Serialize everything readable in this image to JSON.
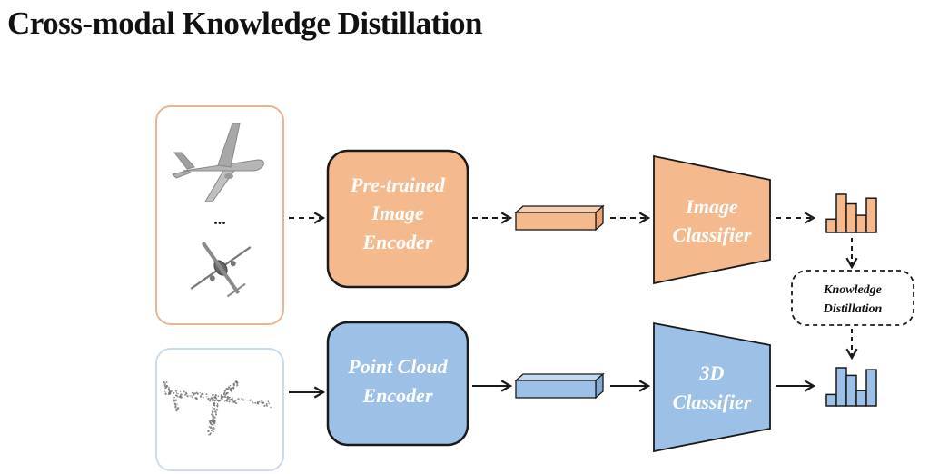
{
  "title": "Cross-modal Knowledge Distillation",
  "colors": {
    "image_branch": "#f5b98e",
    "image_branch_stroke": "#e8986a",
    "point_branch": "#9dc1e6",
    "point_branch_stroke": "#6c9cc9",
    "dark_stroke": "#1a1a1a",
    "image_panel_border": "#e8b592",
    "point_panel_border": "#c9dcef"
  },
  "diagram": {
    "image_input": {
      "ellipsis": "...",
      "icons": [
        "airplane-render-icon",
        "airplane-top-view-icon"
      ]
    },
    "point_input": {
      "icons": [
        "airplane-point-cloud-icon"
      ]
    },
    "image_encoder": {
      "line1": "Pre-trained",
      "line2": "Image",
      "line3": "Encoder"
    },
    "point_encoder": {
      "line1": "Point Cloud",
      "line2": "Encoder"
    },
    "image_classifier": {
      "line1": "Image",
      "line2": "Classifier"
    },
    "point_classifier": {
      "line1": "3D",
      "line2": "Classifier"
    },
    "knowledge_distillation": {
      "line1": "Knowledge",
      "line2": "Distillation"
    },
    "image_output_bars": [
      0.35,
      1.0,
      0.75,
      0.45,
      0.9
    ],
    "point_output_bars": [
      0.3,
      1.0,
      0.8,
      0.4,
      0.95
    ]
  }
}
